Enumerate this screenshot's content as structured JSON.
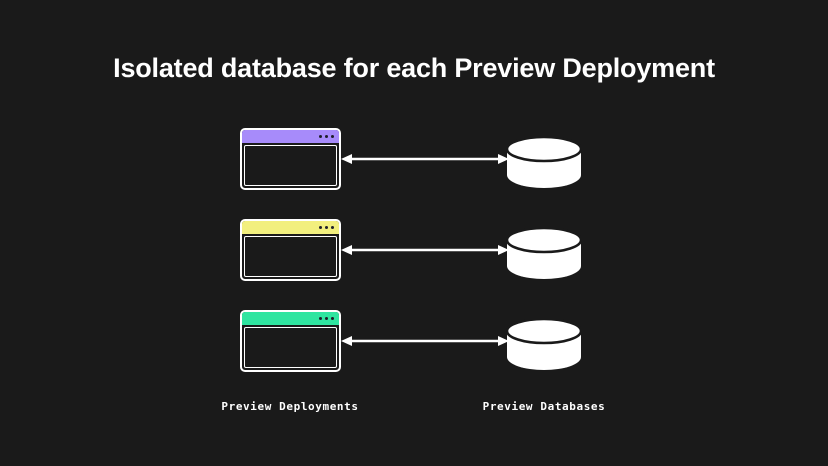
{
  "slide": {
    "title": "Isolated database for each Preview Deployment",
    "background_color": "#1a1a1a",
    "text_color": "#ffffff"
  },
  "diagram": {
    "rows": [
      {
        "deployment": {
          "titlebar_color": "#a78bfa",
          "dots_count": 3,
          "dot_color": "#1e1e2a"
        },
        "connector": {
          "type": "double-headed-arrow",
          "color": "#ffffff"
        },
        "database": {
          "shape": "cylinder",
          "fill_color": "#ffffff",
          "outline_color": "#1a1a1a"
        }
      },
      {
        "deployment": {
          "titlebar_color": "#f2ef7e",
          "dots_count": 3,
          "dot_color": "#1e1e2a"
        },
        "connector": {
          "type": "double-headed-arrow",
          "color": "#ffffff"
        },
        "database": {
          "shape": "cylinder",
          "fill_color": "#ffffff",
          "outline_color": "#1a1a1a"
        }
      },
      {
        "deployment": {
          "titlebar_color": "#2fe5a0",
          "dots_count": 3,
          "dot_color": "#1e1e2a"
        },
        "connector": {
          "type": "double-headed-arrow",
          "color": "#ffffff"
        },
        "database": {
          "shape": "cylinder",
          "fill_color": "#ffffff",
          "outline_color": "#1a1a1a"
        }
      }
    ],
    "captions": {
      "left": "Preview Deployments",
      "right": "Preview Databases"
    }
  }
}
